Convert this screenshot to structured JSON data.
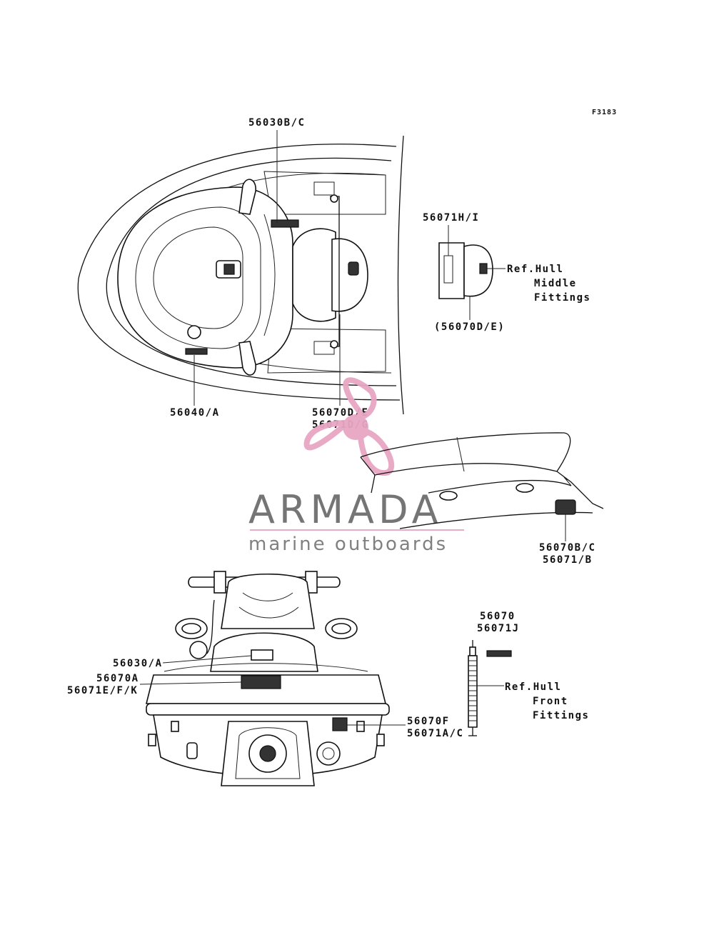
{
  "figure_id": "F3183",
  "callouts": {
    "top_center": "56030B/C",
    "right_top": "56071H/I",
    "ref_middle_1": "Ref.Hull",
    "ref_middle_2": "Middle",
    "ref_middle_3": "Fittings",
    "right_mid": "(56070D/E)",
    "left_bottom": "56040/A",
    "center_1": "56070D/E",
    "center_2": "56071D/G",
    "seat_1": "56070B/C",
    "seat_2": "56071/B",
    "front_1": "56070",
    "front_2": "56071J",
    "ref_front_1": "Ref.Hull",
    "ref_front_2": "Front",
    "ref_front_3": "Fittings",
    "rear_1": "56030/A",
    "rear_2": "56070A",
    "rear_3": "56071E/F/K",
    "rear_4": "56070F",
    "rear_5": "56071A/C"
  },
  "watermark": {
    "brand": "ARMADA",
    "tagline": "marine outboards",
    "logo_color": "#e8a6c4",
    "text_color": "#6e6e6e"
  }
}
